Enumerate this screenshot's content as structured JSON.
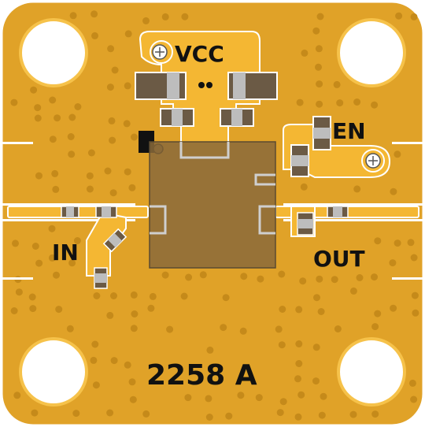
{
  "board": {
    "part_number": "2258 A",
    "labels": {
      "vcc": "VCC",
      "en": "EN",
      "in": "IN",
      "out": "OUT"
    }
  },
  "colors": {
    "board": "#e0a228",
    "copper_trace": "#f4b733",
    "via": "#c58a1a",
    "mounting_hole": "#ffffff",
    "ic_body": "#8a6a3a",
    "component_dark": "#6b5a45",
    "silkscreen": "#111111"
  },
  "icons": {
    "vcc_pad": "screw-terminal-icon",
    "en_pad": "screw-terminal-icon"
  }
}
